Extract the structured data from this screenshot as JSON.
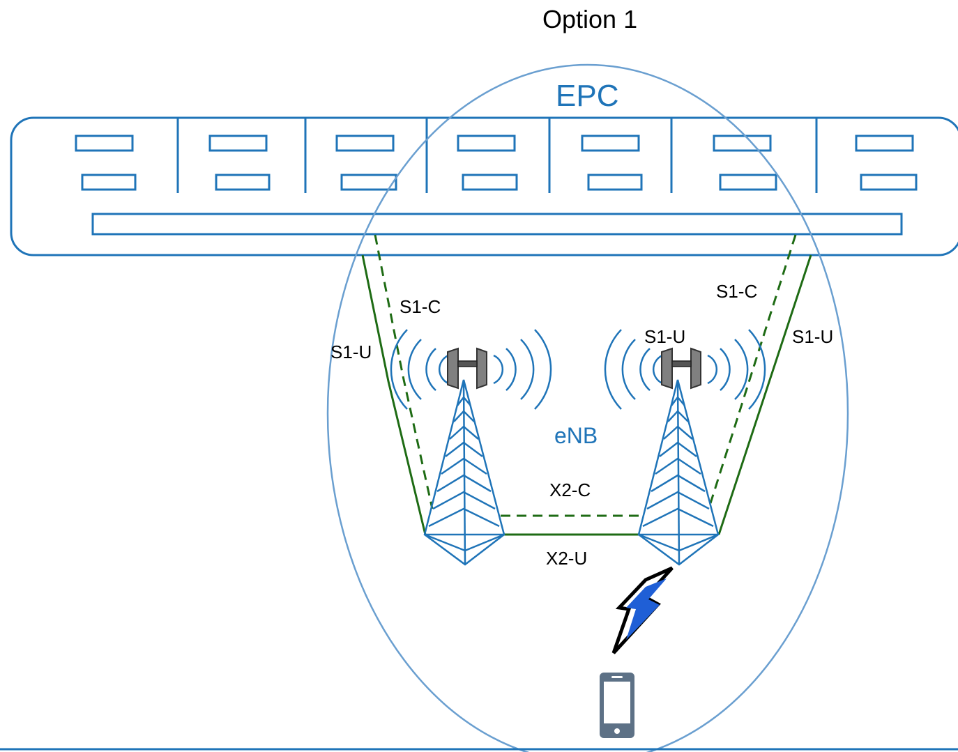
{
  "title": "Option 1",
  "epc": {
    "label": "EPC"
  },
  "enb": {
    "label": "eNB"
  },
  "interfaces": {
    "s1c_left": "S1-C",
    "s1u_left": "S1-U",
    "s1c_right": "S1-C",
    "s1u_right_inner": "S1-U",
    "s1u_right": "S1-U",
    "x2c": "X2-C",
    "x2u": "X2-U"
  },
  "colors": {
    "blue": "#1f74b8",
    "green": "#1e6b14",
    "lightning": "#1f5fd6",
    "phone": "#5d7186",
    "antenna": "#7f7f7f"
  },
  "icons": {
    "towers": [
      "cell-tower-icon",
      "cell-tower-icon"
    ],
    "antennas": [
      "antenna-icon",
      "antenna-icon"
    ],
    "lightning": "lightning-icon",
    "phone": "smartphone-icon"
  }
}
